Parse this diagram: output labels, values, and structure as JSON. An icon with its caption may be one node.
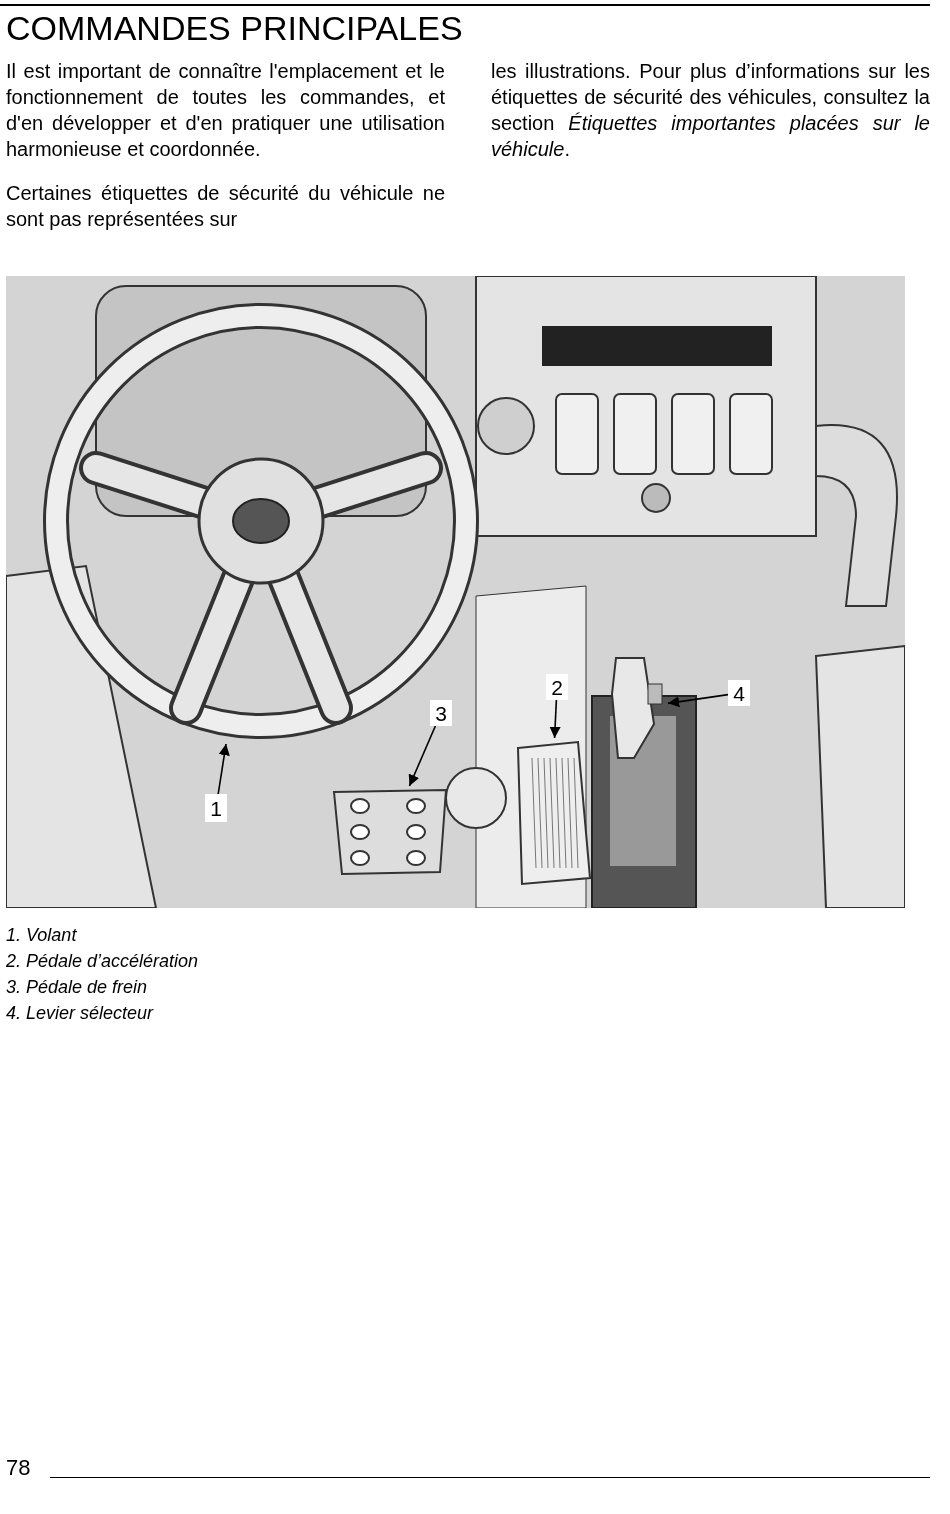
{
  "diagram": {
    "title": "COMMANDES PRINCIPALES",
    "nodes": [
      {
        "text": [
          "1"
        ]
      },
      {
        "text": [],
        "shape": "picture"
      },
      {
        "text": [
          "2"
        ]
      },
      {
        "text": [],
        "shape": "picture"
      },
      {
        "text": [
          "3"
        ]
      },
      {
        "text": [],
        "shape": "picture"
      },
      {
        "text": [
          "4"
        ]
      },
      {
        "text": [],
        "shape": "picture"
      }
    ],
    "edges": [
      {
        "from": 0,
        "to": 1,
        "arrow": "to"
      },
      {
        "from": 2,
        "to": 3,
        "arrow": "to"
      },
      {
        "from": 4,
        "to": 5,
        "arrow": "to"
      },
      {
        "from": 6,
        "to": 7,
        "arrow": "to"
      }
    ],
    "labels": [
      "Il est important de connaître l'emplacement et le fonctionnement de toutes les commandes, et d'en développer et d'en pratiquer une utilisation harmonieuse et coordonnée.",
      "Certaines étiquettes de sécurité du véhicule ne sont pas représentées sur",
      "les illustrations. Pour plus d’informations sur les étiquettes de sécurité des véhicules, consultez la section *Étiquettes importantes placées sur le véhicule*.",
      "1. Volant",
      "2. Pédale d’accélération",
      "3. Pédale de frein",
      "4. Levier sélecteur",
      "78"
    ]
  }
}
